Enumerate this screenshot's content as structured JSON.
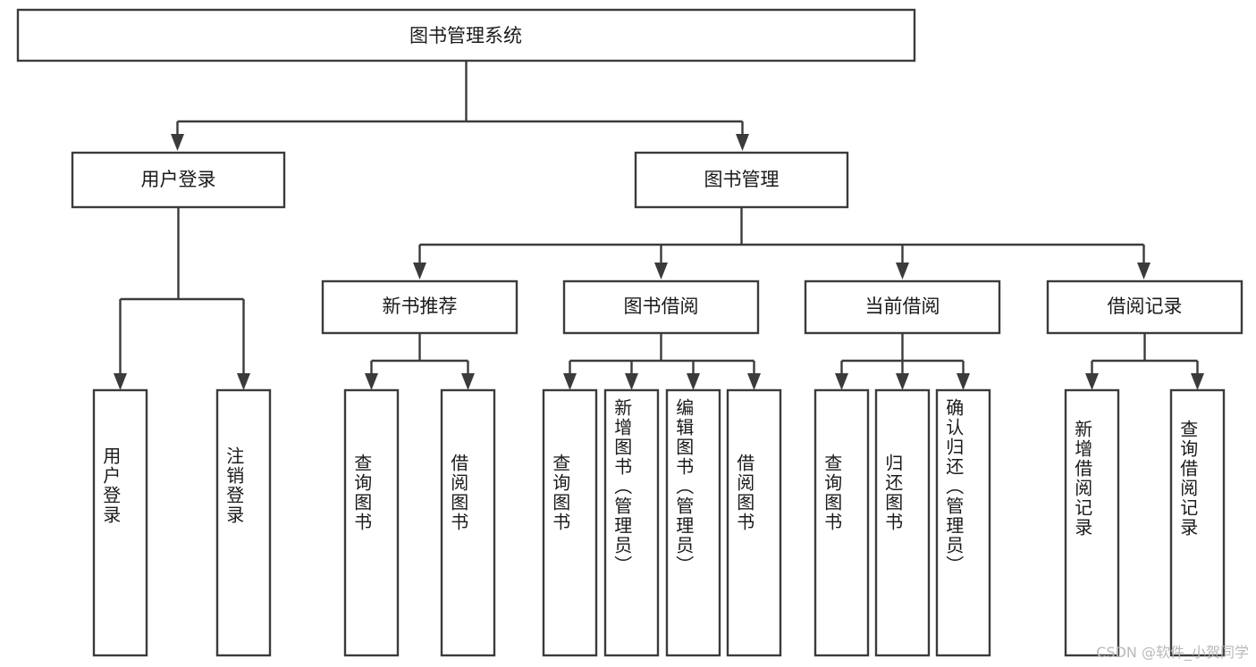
{
  "diagram": {
    "type": "tree",
    "title": "图书管理系统",
    "watermark": "CSDN @软件_小贺同学",
    "colors": {
      "stroke": "#3b3b3b",
      "fill": "#ffffff",
      "text": "#1a1a1a",
      "watermark": "#b9b9b9"
    },
    "root": {
      "label": "图书管理系统"
    },
    "level2": [
      {
        "label": "用户登录"
      },
      {
        "label": "图书管理"
      }
    ],
    "level3": [
      {
        "label": "新书推荐"
      },
      {
        "label": "图书借阅"
      },
      {
        "label": "当前借阅"
      },
      {
        "label": "借阅记录"
      }
    ],
    "leaves": {
      "user_login": [
        {
          "label": "用户登录"
        },
        {
          "label": "注销登录"
        }
      ],
      "new_book": [
        {
          "label": "查询图书"
        },
        {
          "label": "借阅图书"
        }
      ],
      "book_borrow": [
        {
          "label": "查询图书"
        },
        {
          "label": "新增图书（管理员）"
        },
        {
          "label": "编辑图书（管理员）"
        },
        {
          "label": "借阅图书"
        }
      ],
      "current_borrow": [
        {
          "label": "查询图书"
        },
        {
          "label": "归还图书"
        },
        {
          "label": "确认归还（管理员）"
        }
      ],
      "borrow_record": [
        {
          "label": "新增借阅记录"
        },
        {
          "label": "查询借阅记录"
        }
      ]
    }
  }
}
